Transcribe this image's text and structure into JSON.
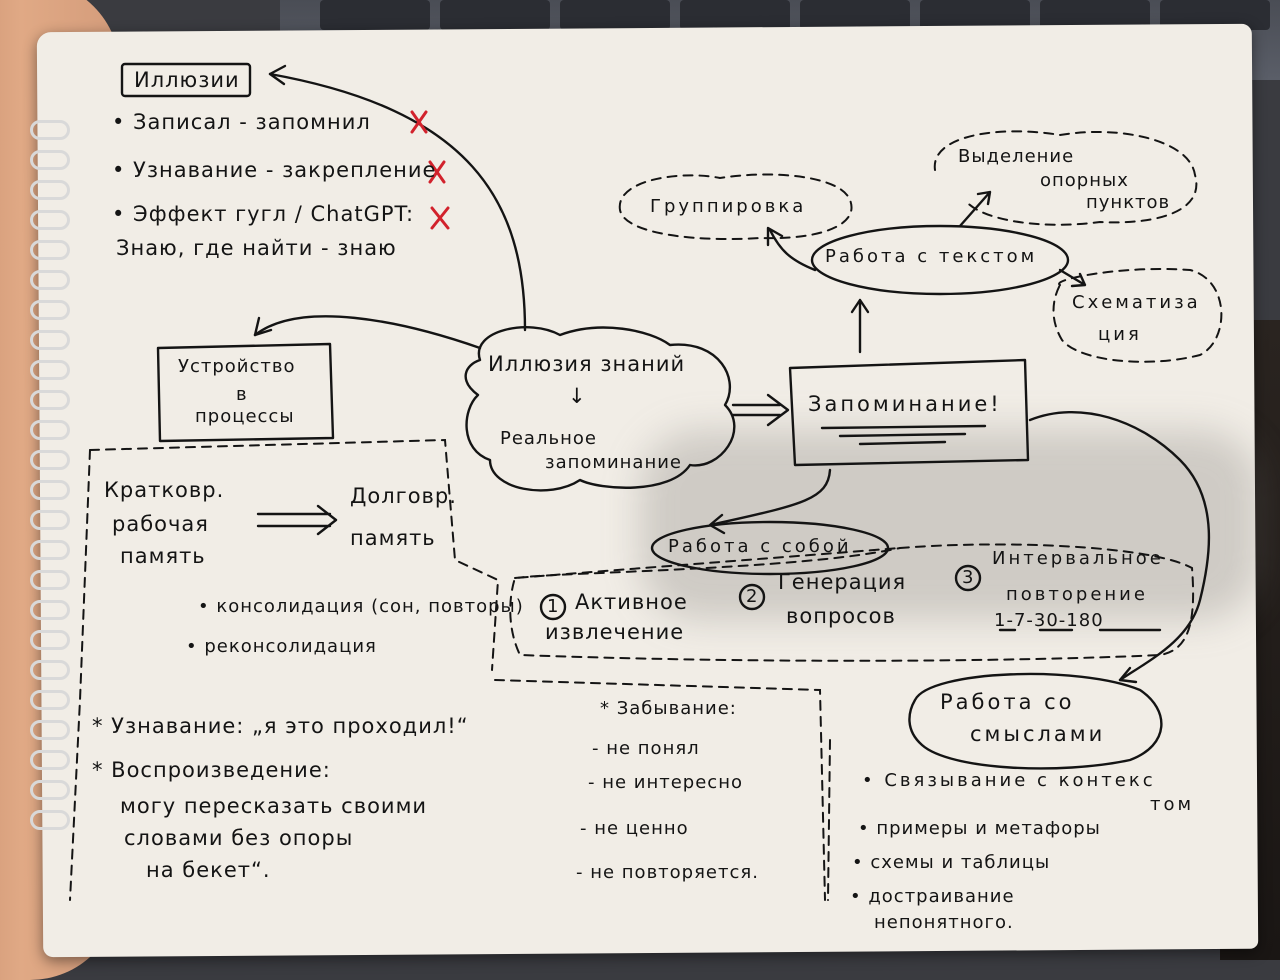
{
  "notes": {
    "illusions_title": "Иллюзии",
    "illusions_items": [
      {
        "text": "• Записал - запомнил",
        "mark": "✗"
      },
      {
        "text": "• Узнавание - закрепление",
        "mark": "✗"
      },
      {
        "text": "• Эффект гугл / ChatGPT:",
        "mark": "✗"
      }
    ],
    "illusions_extra": "Знаю, где найти - знаю",
    "device_box": [
      "Устройство",
      "в",
      "процессы"
    ],
    "center_cloud": [
      "Иллюзия знаний",
      "↓",
      "Реальное",
      "запоминание"
    ],
    "memorize_box": "Запоминание!",
    "text_work": "Работа с текстом",
    "grouping": "Группировка",
    "key_points": [
      "Выделение",
      "опорных",
      "пунктов"
    ],
    "schematize": [
      "Схематиза",
      "ция"
    ],
    "self_work": "Работа с собой",
    "meanings_work": [
      "Работа со",
      "смыслами"
    ],
    "memory_short": [
      "Кратковр.",
      "рабочая",
      "память"
    ],
    "memory_long": [
      "Долговр.",
      "память"
    ],
    "consolidation": "• консолидация (сон, повторы)",
    "reconsolidation": "• реконсолидация",
    "methods": [
      {
        "num": "1",
        "lines": [
          "Активное",
          "извлечение"
        ]
      },
      {
        "num": "2",
        "lines": [
          "Генерация",
          "вопросов"
        ]
      },
      {
        "num": "3",
        "lines": [
          "Интервальное",
          "повторение",
          "1-7-30-180"
        ]
      }
    ],
    "recognition": "* Узнавание: „я это проходил!“",
    "reproduction": [
      "* Воспроизведение:",
      "могу пересказать своими",
      "словами без опоры",
      "на бекет“."
    ],
    "forgetting": [
      "* Забывание:",
      "- не понял",
      "- не интересно",
      "- не ценно",
      "- не повторяется."
    ],
    "meaning_items": [
      "• Связывание с контекс",
      "том",
      "• примеры и метафоры",
      "• схемы и таблицы",
      "• достраивание",
      "непонятного."
    ]
  },
  "colors": {
    "ink": "#141414",
    "cross": "#d2222c",
    "paper": "#f1ede6"
  }
}
